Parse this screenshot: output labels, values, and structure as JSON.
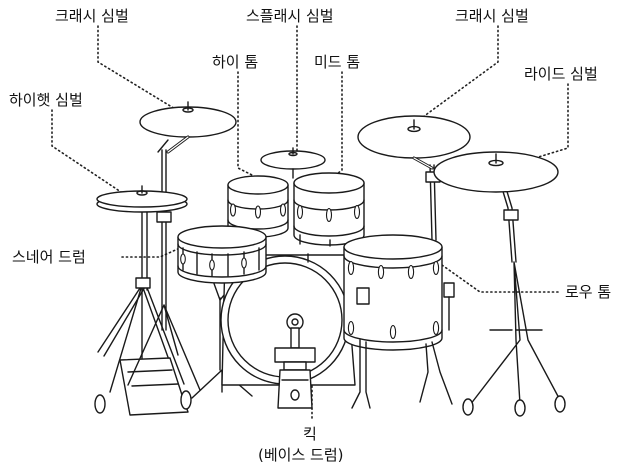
{
  "labels": {
    "crash_left": "크래시 심벌",
    "splash": "스플래시 심벌",
    "crash_right": "크래시 심벌",
    "hi_tom": "하이 톰",
    "mid_tom": "미드 톰",
    "ride": "라이드 심벌",
    "hihat": "하이햇 심벌",
    "snare": "스네어 드럼",
    "low_tom": "로우 톰",
    "kick": "킥",
    "kick_sub": "(베이스 드럼)"
  }
}
